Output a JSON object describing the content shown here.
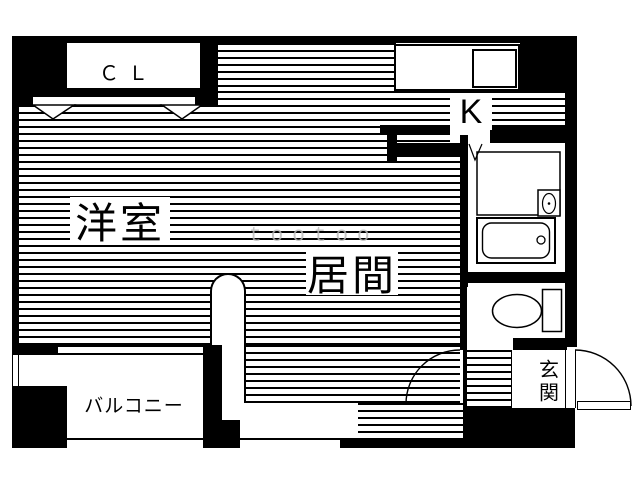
{
  "floorplan": {
    "type": "japanese-apartment-floor-plan",
    "labels": {
      "closet": "ＣＬ",
      "kitchen": "K",
      "western_room": "洋室",
      "living_room": "居間",
      "balcony": "バルコニー",
      "entrance": "玄関"
    },
    "watermark": "tootoo",
    "colors": {
      "wall": "#000000",
      "floor": "#ffffff",
      "hatch_line": "#000000",
      "watermark": "#b9b9b9"
    }
  }
}
